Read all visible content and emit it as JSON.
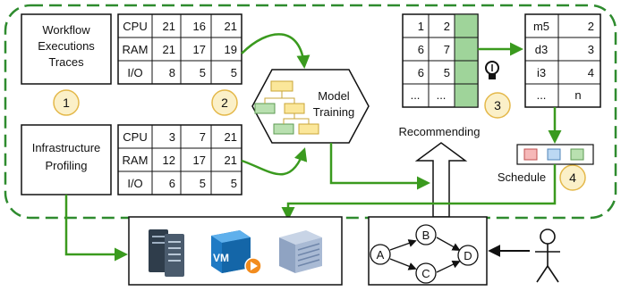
{
  "workflow_box": {
    "line1": "Workflow",
    "line2": "Executions",
    "line3": "Traces"
  },
  "infra_box": {
    "line1": "Infrastructure",
    "line2": "Profiling"
  },
  "workflow_table": {
    "rows": [
      {
        "label": "CPU",
        "cells": [
          "21",
          "16",
          "21"
        ]
      },
      {
        "label": "RAM",
        "cells": [
          "21",
          "17",
          "19"
        ]
      },
      {
        "label": "I/O",
        "cells": [
          "8",
          "5",
          "5"
        ]
      }
    ]
  },
  "infra_table": {
    "rows": [
      {
        "label": "CPU",
        "cells": [
          "3",
          "7",
          "21"
        ]
      },
      {
        "label": "RAM",
        "cells": [
          "12",
          "17",
          "21"
        ]
      },
      {
        "label": "I/O",
        "cells": [
          "6",
          "5",
          "5"
        ]
      }
    ]
  },
  "steps": {
    "one": "1",
    "two": "2",
    "three": "3",
    "four": "4"
  },
  "model_training": {
    "line1": "Model",
    "line2": "Training"
  },
  "recommend_table": {
    "rows": [
      {
        "a": "1",
        "b": "2"
      },
      {
        "a": "6",
        "b": "7"
      },
      {
        "a": "6",
        "b": "5"
      },
      {
        "a": "...",
        "b": "..."
      }
    ]
  },
  "recommending_label": "Recommending",
  "schedule_table": {
    "rows": [
      {
        "a": "m5",
        "b": "2"
      },
      {
        "a": "d3",
        "b": "3"
      },
      {
        "a": "i3",
        "b": "4"
      },
      {
        "a": "...",
        "b": "n"
      }
    ]
  },
  "schedule_label": "Schedule",
  "vm_label": "VM",
  "graph_nodes": {
    "a": "A",
    "b": "B",
    "c": "C",
    "d": "D"
  },
  "icons": {
    "lightbulb": "lightbulb-icon",
    "servers": "server-rack-icon",
    "vm": "virtual-machine-icon",
    "storage": "storage-array-icon",
    "user": "stick-figure-user-icon"
  },
  "colors": {
    "green_dashed": "#2e8b2e",
    "arrow_green": "#3a9a1e",
    "step_fill": "#fbf0c8",
    "step_stroke": "#e4b84a",
    "bar_green": "#9fd49a",
    "yellow_block": "#fbe79a",
    "green_block": "#b9e0b0",
    "red_block": "#f6b8b8",
    "blue_block": "#bcd8f3"
  }
}
